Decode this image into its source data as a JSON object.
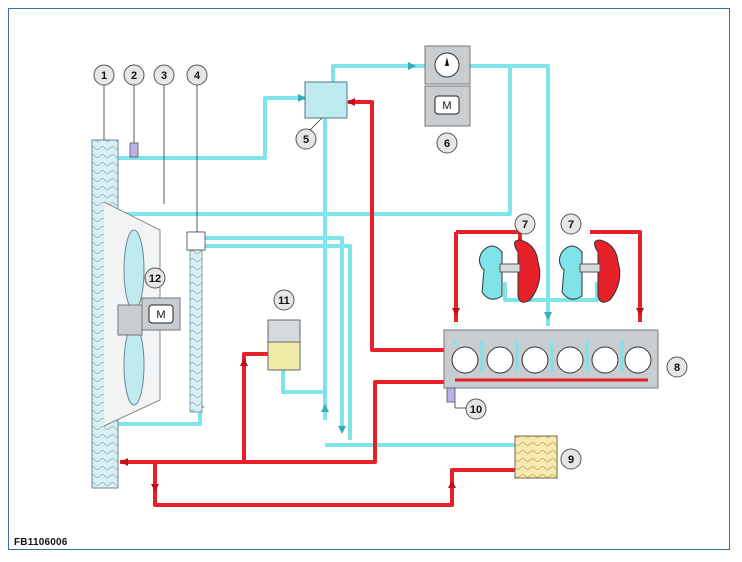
{
  "figure_id": "FB1106006",
  "callouts": [
    "1",
    "2",
    "3",
    "4",
    "5",
    "6",
    "7",
    "7",
    "8",
    "9",
    "10",
    "11",
    "12"
  ],
  "colors": {
    "coolant_cold": "#7fe3ea",
    "coolant_hot": "#e8202a",
    "component": "#c8cdd2",
    "radiator": "#dbeef2",
    "expansion_fluid": "#efeaa8",
    "frame": "#3b6ea8"
  },
  "icons": {
    "pump_motor": "motor-M-icon",
    "fan_motor": "motor-M-icon",
    "gauge": "gauge-dial-icon"
  }
}
